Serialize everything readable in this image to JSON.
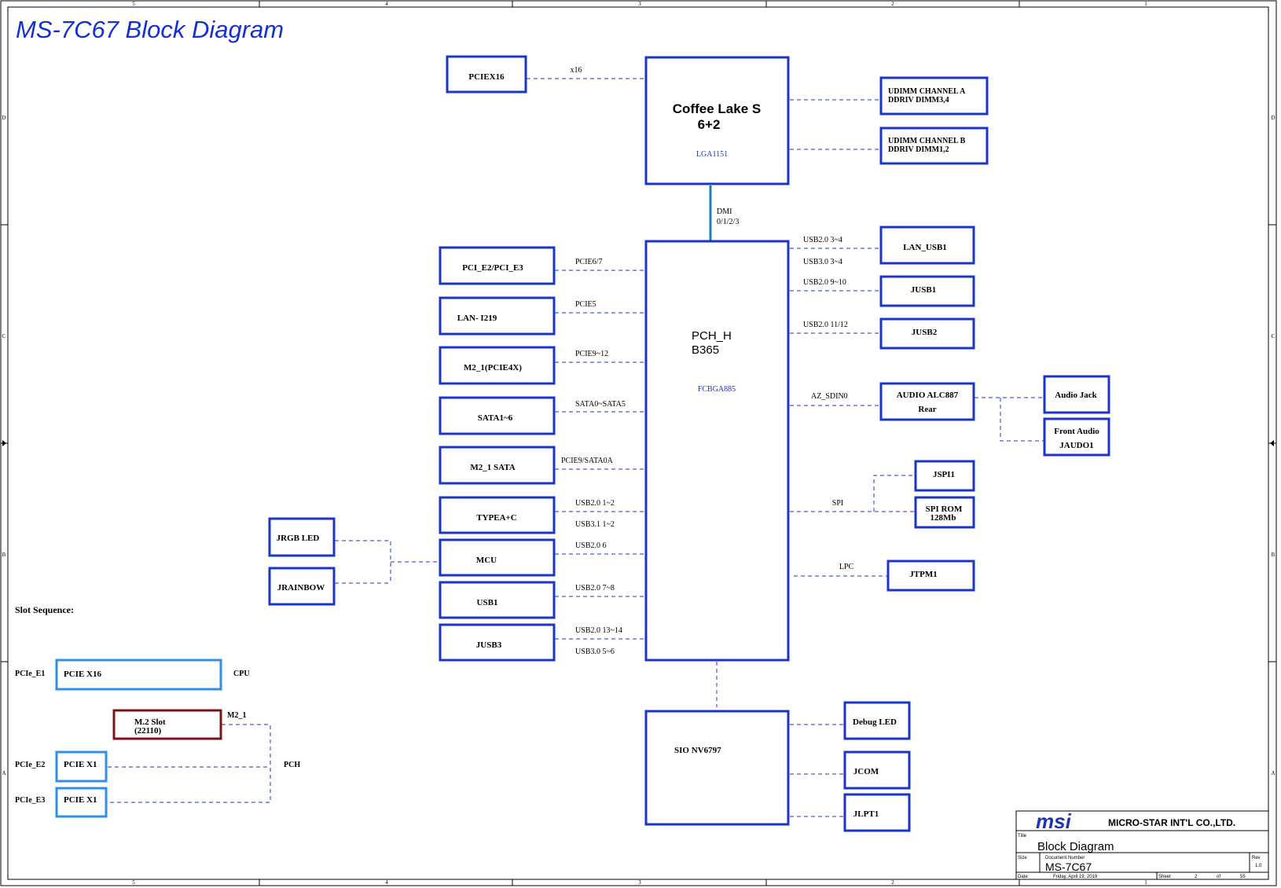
{
  "title": "MS-7C67 Block Diagram",
  "colors": {
    "box": "#1a35c8",
    "slot_light": "#2f8fe6",
    "slot_m2": "#7a1414",
    "dmi": "#1e7fa8",
    "text": "#000000",
    "title": "#1530d0",
    "logo": "#2033b0"
  },
  "frame": {
    "col_top": [
      "5",
      "4",
      "3",
      "2",
      "1"
    ],
    "col_bottom": [
      "5",
      "4",
      "3",
      "2",
      "1"
    ],
    "row_left": [
      "D",
      "C",
      "B",
      "A"
    ],
    "row_right": [
      "D",
      "C",
      "B",
      "A"
    ]
  },
  "cpu": {
    "title": "Coffee Lake S",
    "subtitle": "6+2",
    "socket": "LGA1151"
  },
  "dmi": {
    "label1": "DMI",
    "label2": "0/1/2/3"
  },
  "pch": {
    "title": "PCH_H",
    "subtitle": "B365",
    "package": "FCBGA885"
  },
  "pciex16": {
    "box": "PCIEX16",
    "link": "x16"
  },
  "dimms": [
    {
      "line1": "UDIMM CHANNEL A",
      "line2": "DDRIV DIMM3,4"
    },
    {
      "line1": "UDIMM CHANNEL B",
      "line2": "DDRIV DIMM1,2"
    }
  ],
  "left_devices": [
    {
      "name": "PCI_E2/PCI_E3",
      "bus": "PCIE6/7",
      "bus2": ""
    },
    {
      "name": "LAN- I219",
      "bus": "PCIE5",
      "bus2": ""
    },
    {
      "name": "M2_1(PCIE4X)",
      "bus": "PCIE9~12",
      "bus2": ""
    },
    {
      "name": "SATA1~6",
      "bus": "SATA0~SATA5",
      "bus2": ""
    },
    {
      "name": "M2_1 SATA",
      "bus": "PCIE9/SATA0A",
      "bus2": ""
    },
    {
      "name": "TYPEA+C",
      "bus": "USB2.0 1~2",
      "bus2": "USB3.1 1~2"
    },
    {
      "name": "MCU",
      "bus": "USB2.0 6",
      "bus2": ""
    },
    {
      "name": "USB1",
      "bus": "USB2.0 7~8",
      "bus2": ""
    },
    {
      "name": "JUSB3",
      "bus": "USB2.0 13~14",
      "bus2": "USB3.0 5~6"
    }
  ],
  "rgb": {
    "jrgb": "JRGB LED",
    "jrainbow": "JRAINBOW"
  },
  "right_devices": {
    "lan_usb1": {
      "name": "LAN_USB1",
      "bus": "USB2.0 3~4",
      "bus2": "USB3.0 3~4"
    },
    "jusb1": {
      "name": "JUSB1",
      "bus": "USB2.0 9~10"
    },
    "jusb2": {
      "name": "JUSB2",
      "bus": "USB2.0 11/12"
    },
    "audio": {
      "line1": "AUDIO ALC887",
      "line2": "Rear",
      "bus": "AZ_SDIN0"
    },
    "audio_jack": "Audio Jack",
    "front_audio": {
      "line1": "Front Audio",
      "line2": "JAUDO1"
    },
    "jspi1": "JSPI1",
    "spi_rom": {
      "line1": "SPI ROM",
      "line2": "128Mb"
    },
    "spi_bus": "SPI",
    "jtpm1": "JTPM1",
    "lpc_bus": "LPC"
  },
  "sio": {
    "name": "SIO NV6797",
    "devices": [
      "Debug LED",
      "JCOM",
      "JLPT1"
    ]
  },
  "slots": {
    "heading": "Slot Sequence:",
    "pcie_e1": "PCIe_E1",
    "pcie_x16": "PCIE X16",
    "cpu": "CPU",
    "m2_line1": "M.2 Slot",
    "m2_line2": "(22110)",
    "m2_label": "M2_1",
    "pch": "PCH",
    "pcie_e2": "PCIe_E2",
    "pcie_e3": "PCIe_E3",
    "pcie_x1": "PCIE X1"
  },
  "title_block": {
    "logo": "msi",
    "company": "MICRO-STAR INT'L CO.,LTD.",
    "title_caption": "Title",
    "title": "Block Diagram",
    "size_caption": "Size",
    "docnum_caption": "Document Number",
    "docnum": "MS-7C67",
    "rev_caption": "Rev",
    "rev": "1.0",
    "date_caption": "Date:",
    "date": "Friday, April 19, 2019",
    "sheet_caption": "Sheet",
    "sheet": "2",
    "of_caption": "of",
    "total": "55"
  }
}
